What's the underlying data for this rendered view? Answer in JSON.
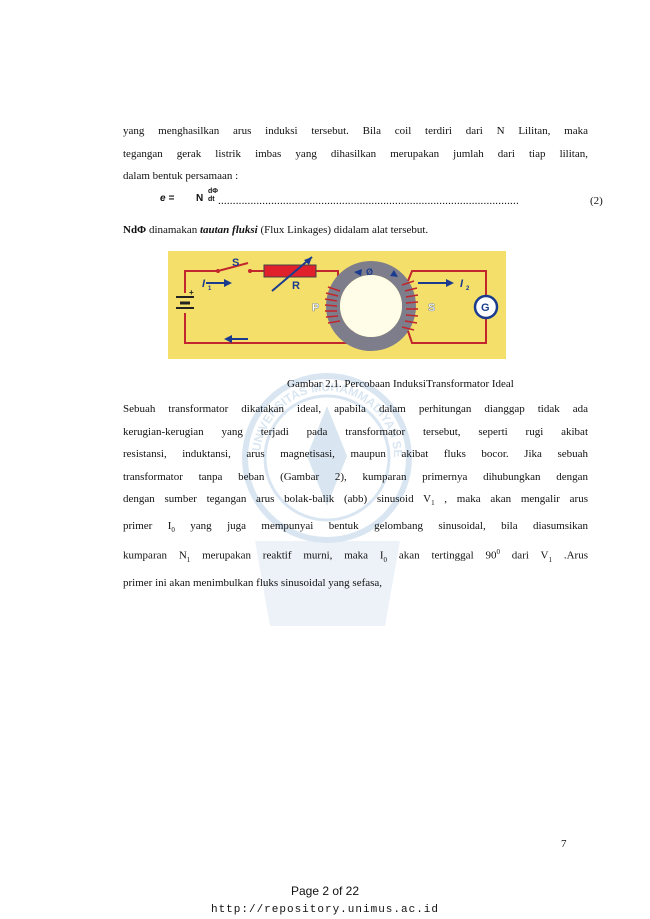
{
  "paragraph1": {
    "lines": [
      "yang menghasilkan arus induksi tersebut. Bila coil terdiri dari N Lilitan, maka",
      "tegangan gerak listrik imbas yang dihasilkan merupakan jumlah dari tiap lilitan,",
      "dalam bentuk persamaan :"
    ]
  },
  "equation": {
    "lhs": "e =",
    "n": "N",
    "num": "dΦ",
    "den": "dt",
    "dots": "......................................................................................................",
    "number": "(2)"
  },
  "line_ndphi": {
    "prefix_bold": "NdΦ",
    "middle": " dinamakan ",
    "term": "tautan fluksi",
    "suffix": " (Flux Linkages) didalam alat tersebut."
  },
  "diagram": {
    "labels": {
      "switch": "S",
      "resistor": "R",
      "i1": "I",
      "i1_sub": "1",
      "i2": "I",
      "i2_sub": "2",
      "phi": "Ø",
      "primary": "P",
      "secondary": "S",
      "galvanometer": "G",
      "battery_plus": "+"
    }
  },
  "caption": "Gambar 2.1. Percobaan InduksiTransformator Ideal",
  "paragraph2": {
    "l1": "Sebuah transformator dikatakan ideal, apabila dalam perhitungan dianggap tidak ada",
    "l2": "kerugian-kerugian yang terjadi pada transformator tersebut, seperti rugi akibat",
    "l3": "resistansi, induktansi, arus magnetisasi, maupun akibat fluks bocor. Jika sebuah",
    "l4": "transformator tanpa beban (Gambar 2), kumparan primernya dihubungkan dengan",
    "l5_a": "dengan sumber tegangan arus bolak-balik (abb) sinusoid V",
    "l5_sub": "1",
    "l5_b": " , maka akan mengalir arus",
    "l6_a": "primer I",
    "l6_sub": "0",
    "l6_b": " yang juga mempunyai bentuk gelombang sinusoidal, bila diasumsikan",
    "l7_a": "kumparan N",
    "l7_sub": "1",
    "l7_b": " merupakan reaktif murni, maka I",
    "l7_sub2": "0",
    "l7_c": " akan tertinggal 90",
    "l7_sup": "0",
    "l7_d": " dari V",
    "l7_sub3": "1",
    "l7_e": " .Arus",
    "l8": "primer ini akan menimbulkan fluks sinusoidal yang sefasa,"
  },
  "watermark": {
    "text": "UNIVERSITAS MUHAMMADIYAH SEMARANG"
  },
  "page_number": "7",
  "footer": {
    "page_label": "Page 2 of 22",
    "url": "http://repository.unimus.ac.id"
  }
}
